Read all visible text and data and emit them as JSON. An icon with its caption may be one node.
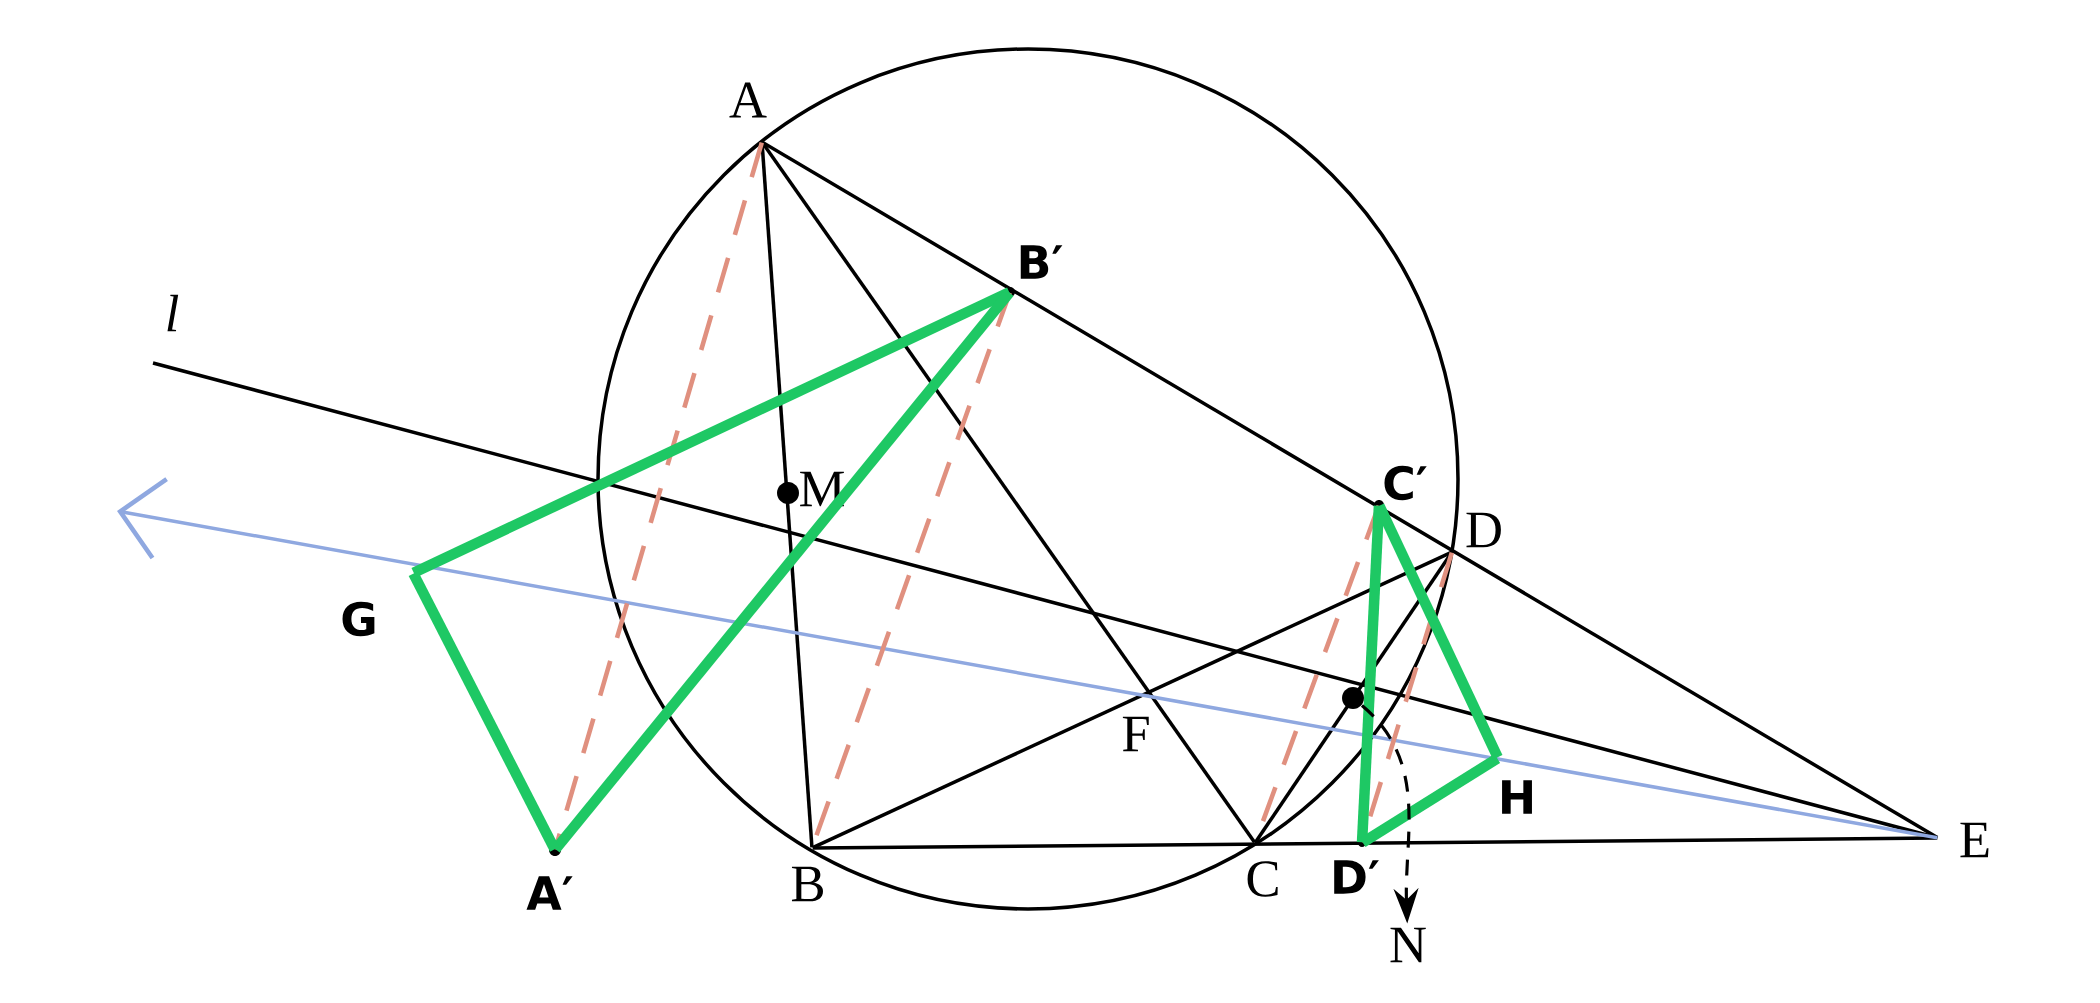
{
  "diagram": {
    "nodes": [
      {
        "text": [
          "A"
        ]
      },
      {
        "text": [
          "B′"
        ]
      },
      {
        "text": [
          "M"
        ]
      },
      {
        "text": [
          "C′"
        ]
      },
      {
        "text": [
          "D"
        ]
      },
      {
        "text": [
          "G"
        ]
      },
      {
        "text": [],
        "shape": "circle"
      },
      {
        "text": [
          "F"
        ]
      },
      {
        "text": [
          "H"
        ]
      },
      {
        "text": [
          "E"
        ]
      },
      {
        "text": [
          "A′"
        ]
      },
      {
        "text": [
          "B"
        ]
      },
      {
        "text": [
          "C"
        ]
      },
      {
        "text": [
          "D′"
        ]
      },
      {
        "text": [
          "N"
        ]
      }
    ],
    "edges": [
      {
        "from": 0,
        "to": 11,
        "arrow": "none"
      },
      {
        "from": 0,
        "to": 12,
        "arrow": "none"
      },
      {
        "from": 0,
        "to": 9,
        "arrow": "none"
      },
      {
        "from": 11,
        "to": 9,
        "arrow": "none"
      },
      {
        "from": 11,
        "to": 4,
        "arrow": "none"
      },
      {
        "from": 12,
        "to": 4,
        "arrow": "none"
      },
      {
        "from": null,
        "to": 9,
        "arrow": "none",
        "label": "l"
      },
      {
        "from": 9,
        "to": null,
        "arrow": "to",
        "color": "#8fa8e0"
      },
      {
        "from": 0,
        "to": 10,
        "arrow": "none",
        "style": "dashed",
        "color": "#e0907f"
      },
      {
        "from": 1,
        "to": 11,
        "arrow": "none",
        "style": "dashed",
        "color": "#e0907f"
      },
      {
        "from": 3,
        "to": 12,
        "arrow": "none",
        "style": "dashed",
        "color": "#e0907f"
      },
      {
        "from": 4,
        "to": 13,
        "arrow": "none",
        "style": "dashed",
        "color": "#e0907f"
      },
      {
        "from": 5,
        "to": 1,
        "arrow": "none",
        "style": "thick",
        "color": "#1ec864"
      },
      {
        "from": 1,
        "to": 10,
        "arrow": "none",
        "style": "thick",
        "color": "#1ec864"
      },
      {
        "from": 10,
        "to": 5,
        "arrow": "none",
        "style": "thick",
        "color": "#1ec864"
      },
      {
        "from": 3,
        "to": 13,
        "arrow": "none",
        "style": "thick",
        "color": "#1ec864"
      },
      {
        "from": 13,
        "to": 8,
        "arrow": "none",
        "style": "thick",
        "color": "#1ec864"
      },
      {
        "from": 8,
        "to": 3,
        "arrow": "none",
        "style": "thick",
        "color": "#1ec864"
      },
      {
        "from": 6,
        "to": 14,
        "arrow": "to",
        "style": "dashed"
      }
    ]
  }
}
